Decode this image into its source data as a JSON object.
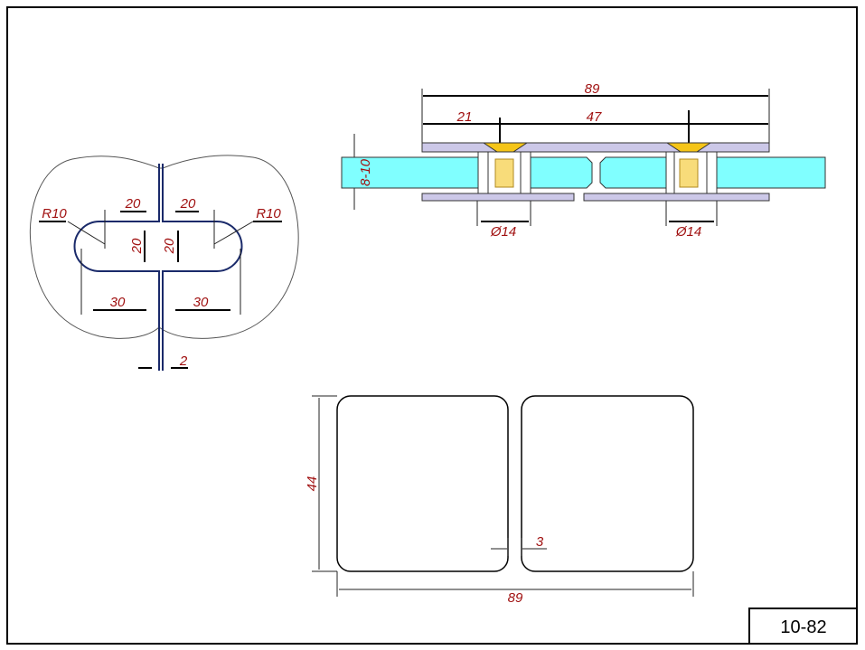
{
  "title_block": {
    "code": "10-82"
  },
  "colors": {
    "dimension_text": "#a01010",
    "glass": "#80ffff",
    "plate": "#ccc8e8",
    "bolt": "#f5c518",
    "slot_outline": "#1a2a6a"
  },
  "plan_view": {
    "r_left": "R10",
    "r_right": "R10",
    "w_left": "20",
    "w_right": "20",
    "h_left": "20",
    "h_right": "20",
    "half_left": "30",
    "half_right": "30",
    "gap": "2"
  },
  "section_view": {
    "overall": "89",
    "edge": "21",
    "centers": "47",
    "thickness": "8-10",
    "hole_left": "Ø14",
    "hole_right": "Ø14"
  },
  "front_view": {
    "height": "44",
    "width": "89",
    "gap": "3"
  }
}
